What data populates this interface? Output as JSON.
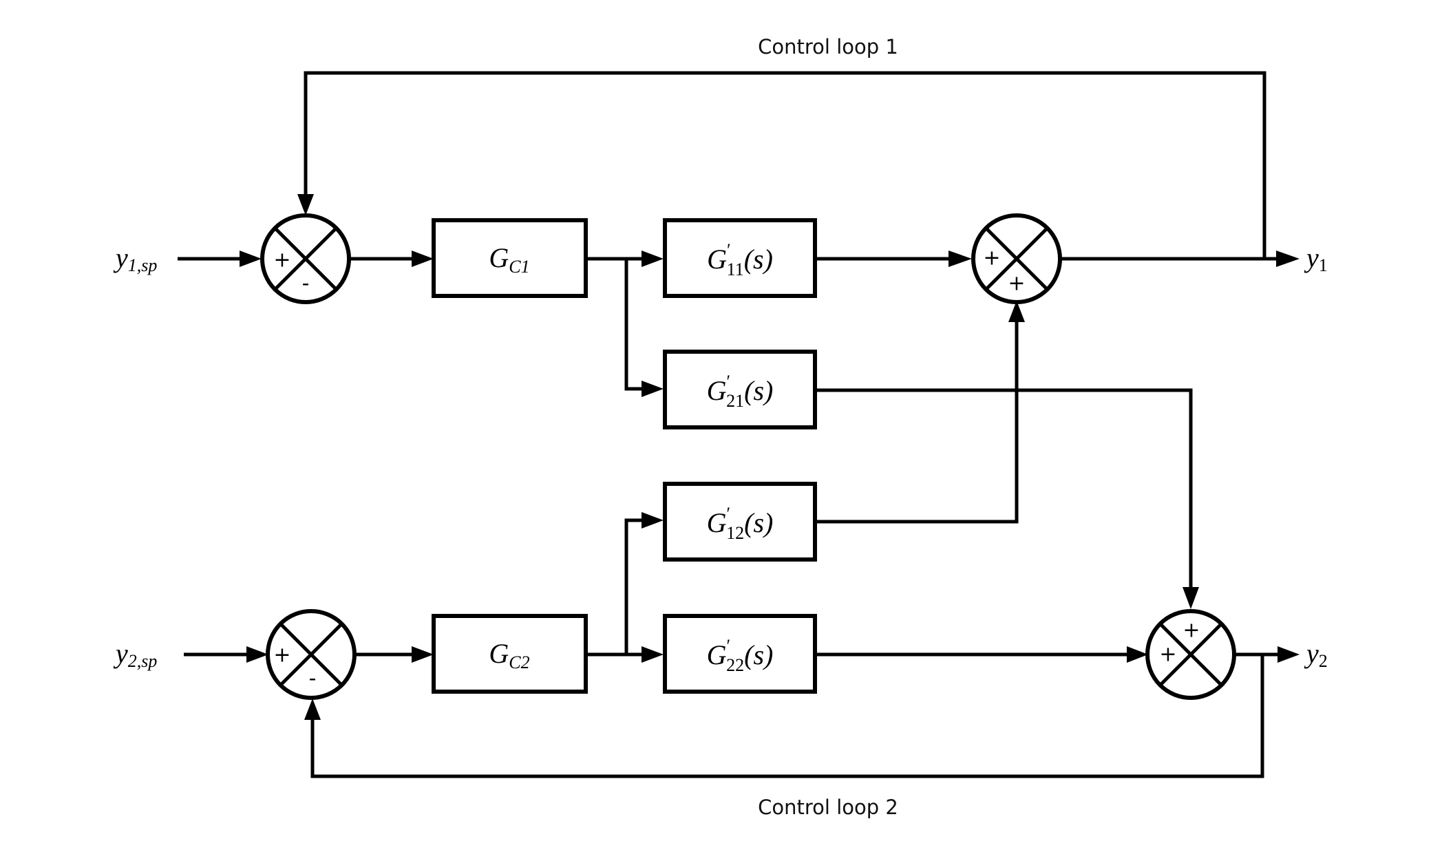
{
  "diagram": {
    "title_top": "Control loop 1",
    "title_bottom": "Control loop 2",
    "inputs": [
      {
        "id": "y1sp",
        "base": "y",
        "sub": "1,sp"
      },
      {
        "id": "y2sp",
        "base": "y",
        "sub": "2,sp"
      }
    ],
    "outputs": [
      {
        "id": "y1",
        "base": "y",
        "sub": "1"
      },
      {
        "id": "y2",
        "base": "y",
        "sub": "2"
      }
    ],
    "controllers": [
      {
        "id": "gc1",
        "base": "G",
        "sub": "C1"
      },
      {
        "id": "gc2",
        "base": "G",
        "sub": "C2"
      }
    ],
    "processes": [
      {
        "id": "g11",
        "base": "G",
        "prime": "′",
        "sub": "11",
        "arg": "(s)"
      },
      {
        "id": "g21",
        "base": "G",
        "prime": "′",
        "sub": "21",
        "arg": "(s)"
      },
      {
        "id": "g12",
        "base": "G",
        "prime": "′",
        "sub": "12",
        "arg": "(s)"
      },
      {
        "id": "g22",
        "base": "G",
        "prime": "′",
        "sub": "22",
        "arg": "(s)"
      }
    ],
    "summing_junctions": [
      {
        "id": "sum-error-1",
        "signs": {
          "left": "+",
          "bottom": "-"
        }
      },
      {
        "id": "sum-error-2",
        "signs": {
          "left": "+",
          "bottom": "-"
        }
      },
      {
        "id": "sum-output-1",
        "signs": {
          "left": "+",
          "bottom": "+"
        }
      },
      {
        "id": "sum-output-2",
        "signs": {
          "left": "+",
          "top": "+"
        }
      }
    ]
  }
}
